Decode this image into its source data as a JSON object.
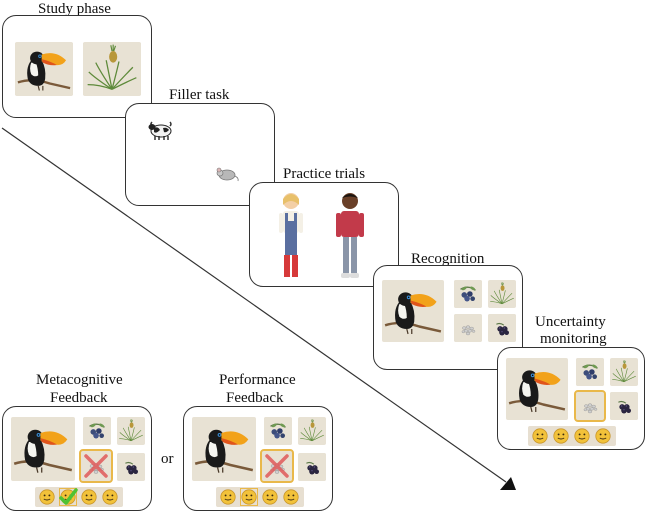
{
  "stages": {
    "study": "Study phase",
    "filler": "Filler task",
    "practice": "Practice trials",
    "recognition": "Recognition",
    "uncertainty_line1": "Uncertainty",
    "uncertainty_line2": "monitoring"
  },
  "feedback": {
    "meta_line1": "Metacognitive",
    "meta_line2": "Feedback",
    "perf_line1": "Performance",
    "perf_line2": "Feedback",
    "or": "or"
  },
  "icons": [
    "toucan-icon",
    "pineapple-plant-icon",
    "blueberry-icon",
    "pebbles-icon",
    "blackberry-icon",
    "cow-icon",
    "mouse-icon",
    "girl-icon",
    "boy-icon",
    "smiley-icon",
    "checkmark-icon",
    "cross-icon"
  ],
  "colors": {
    "tile_bg": "#e8e2d4",
    "selection": "#e9b84a",
    "smiley": "#f2c23a",
    "check": "#4fc234",
    "cross": "#e05a5a"
  }
}
